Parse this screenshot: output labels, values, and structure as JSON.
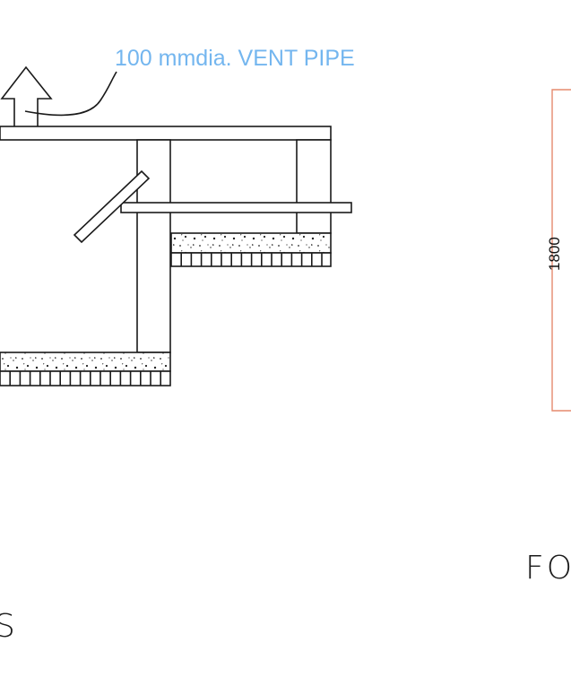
{
  "labels": {
    "vent_pipe": "100 mmdia. VENT PIPE",
    "dimension": "1800",
    "title_right_partial": "FO",
    "title_left_partial": "S"
  },
  "colors": {
    "annotation": "#74b6ef",
    "dimension_line": "#e58a6e",
    "linework": "#1a1a1a"
  },
  "icons": {
    "vent_arrow": "up-arrow-icon"
  }
}
